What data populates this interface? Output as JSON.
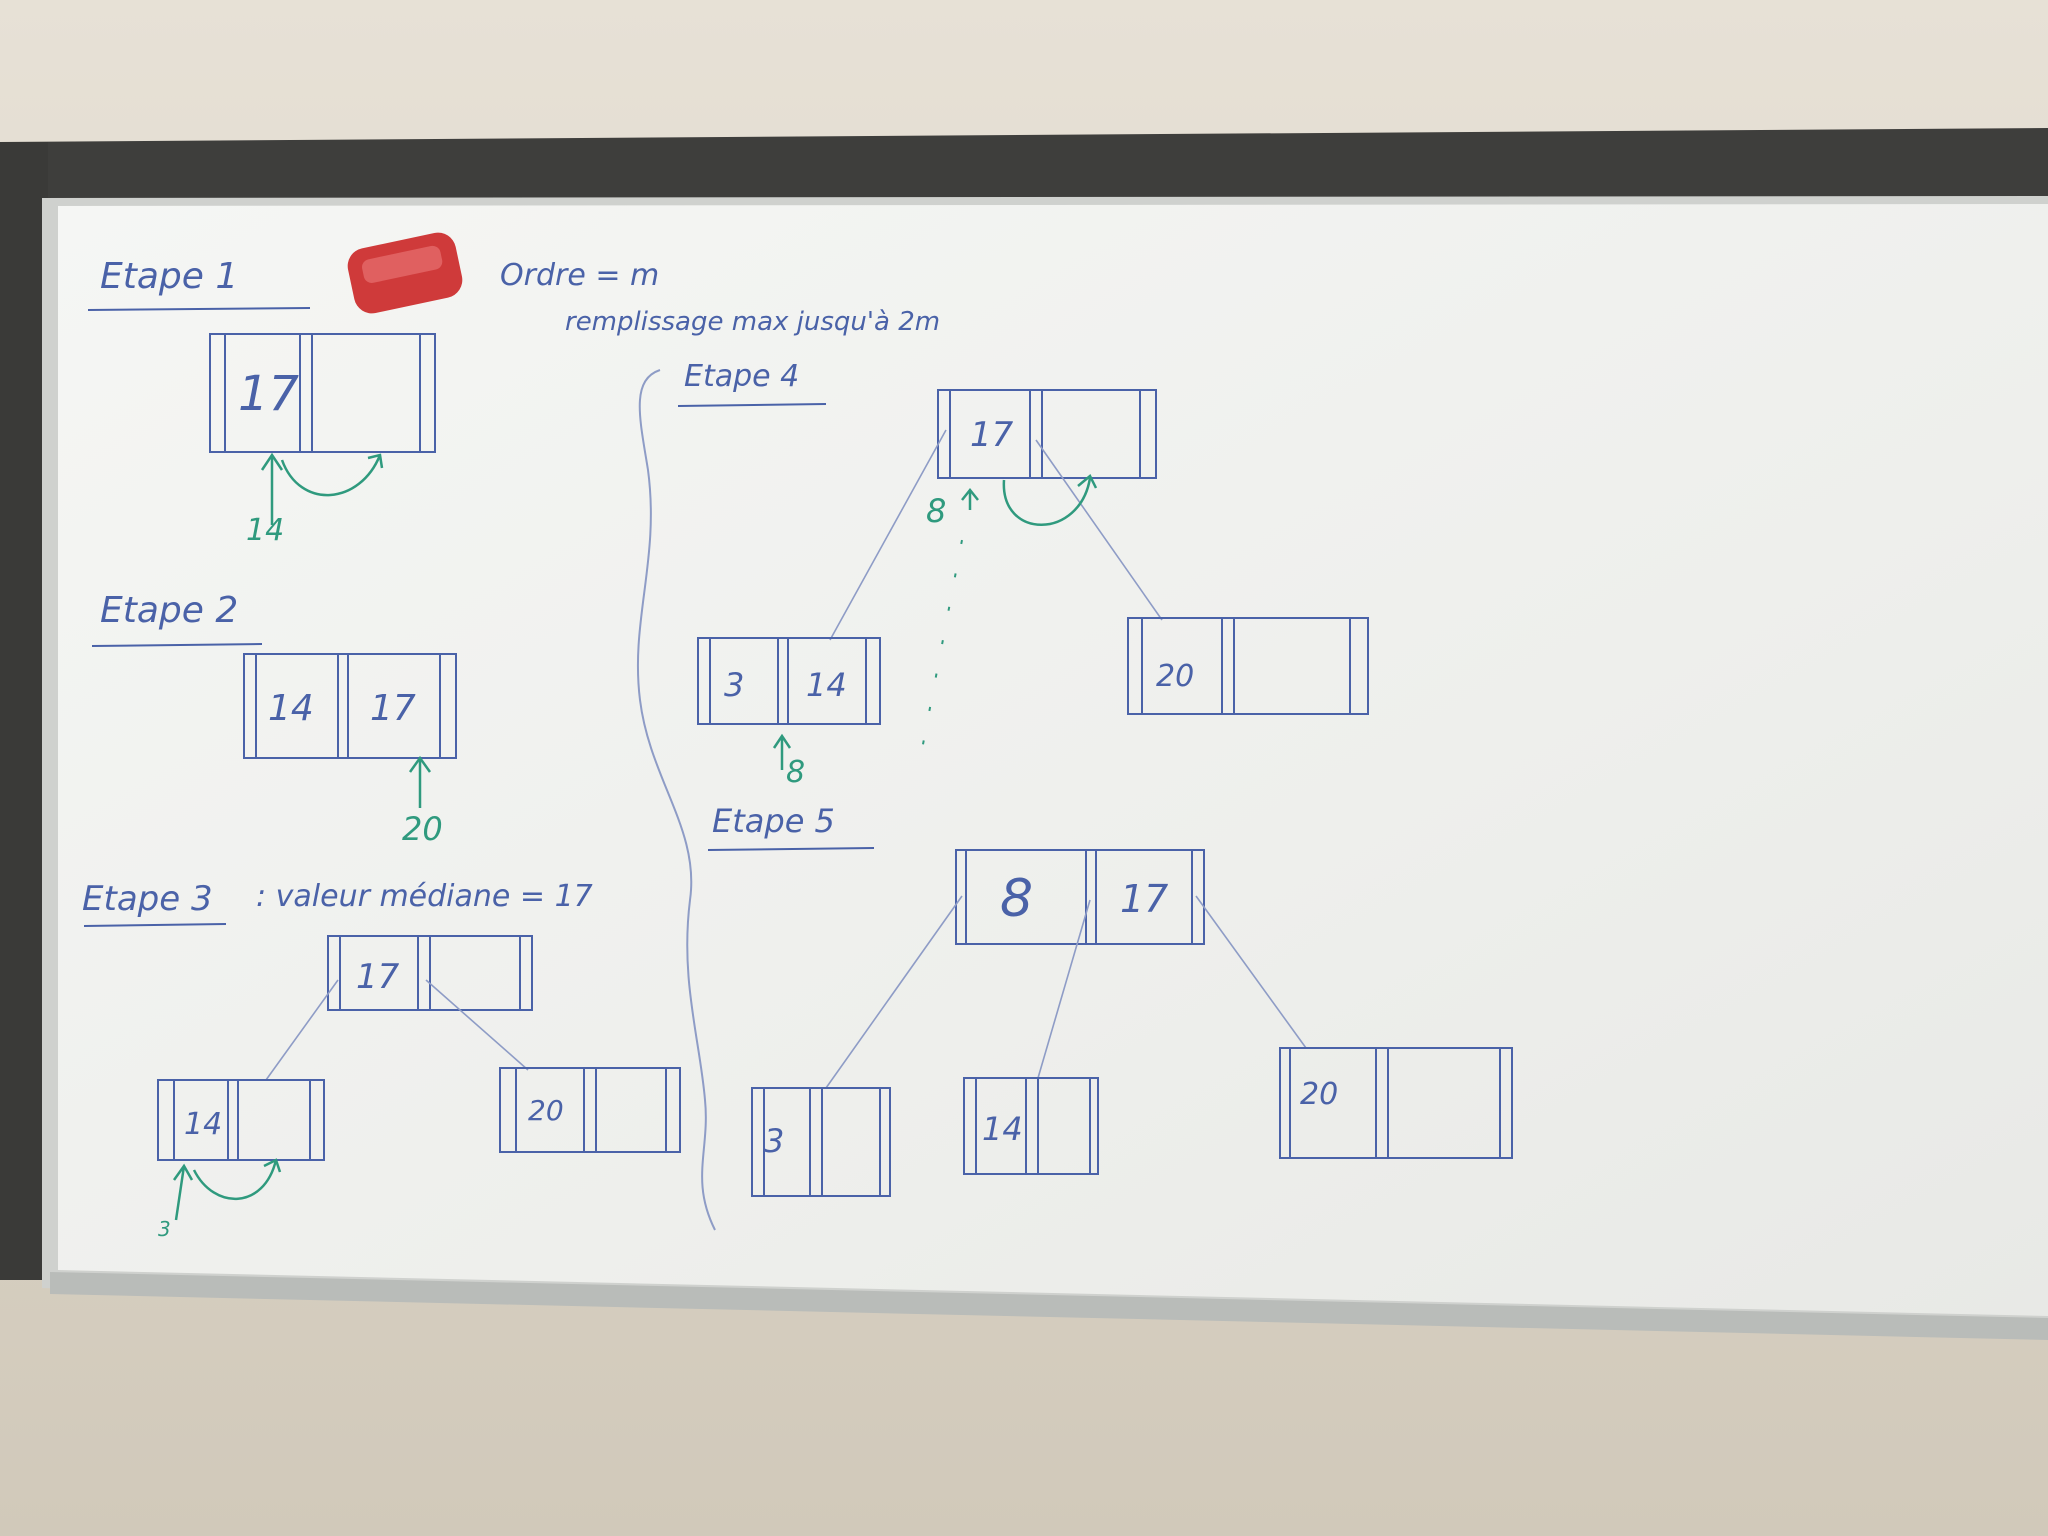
{
  "colors": {
    "wall_top": "#e6e0d4",
    "wall_bottom": "#d3cbbd",
    "rail": "#3f3f3d",
    "board": "#f3f4f2",
    "frame": "#c9cbc8",
    "ink_blue": "#4a62a8",
    "ink_green": "#2f9a7e",
    "ink_faint": "#8e9cc6",
    "eraser": "#d23b3b"
  },
  "board": {
    "header": {
      "line1": "Ordre = m",
      "line2": "remplissage max jusqu'à 2m"
    },
    "steps": [
      {
        "title": "Etape 1",
        "nodes": [
          [
            "17",
            ""
          ]
        ],
        "insert": "14"
      },
      {
        "title": "Etape 2",
        "nodes": [
          [
            "14",
            "17"
          ]
        ],
        "insert": "20"
      },
      {
        "title": "Etape 3",
        "note": ": valeur médiane = 17",
        "root": [
          "17",
          ""
        ],
        "children": [
          [
            "14",
            ""
          ],
          [
            "20",
            ""
          ]
        ],
        "insert": "3"
      },
      {
        "title": "Etape 4",
        "root": [
          "17",
          ""
        ],
        "children": [
          [
            "3",
            "14"
          ],
          [
            "20",
            ""
          ]
        ],
        "insert": "8"
      },
      {
        "title": "Etape 5",
        "root": [
          "8",
          "17"
        ],
        "children": [
          [
            "3",
            ""
          ],
          [
            "14",
            ""
          ],
          [
            "20",
            ""
          ]
        ]
      }
    ]
  },
  "icons": {
    "eraser": "eraser-icon",
    "arrow": "arrow-up-icon"
  }
}
